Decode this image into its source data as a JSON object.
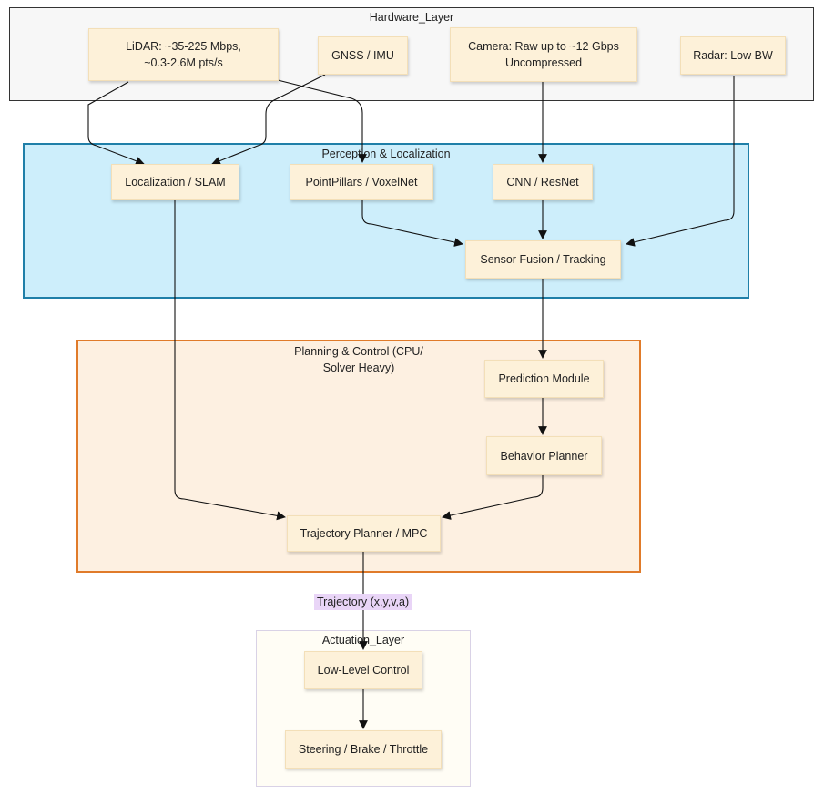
{
  "clusters": {
    "hardware": "Hardware_Layer",
    "perception": "Perception & Localization",
    "planning": "Planning & Control (CPU/\nSolver Heavy)",
    "actuation": "Actuation_Layer"
  },
  "nodes": {
    "lidar": "LiDAR: ~35-225 Mbps,\n~0.3-2.6M pts/s",
    "gnss": "GNSS / IMU",
    "camera": "Camera: Raw up to ~12 Gbps\nUncompressed",
    "radar": "Radar: Low BW",
    "slam": "Localization / SLAM",
    "pointpillars": "PointPillars / VoxelNet",
    "cnn": "CNN / ResNet",
    "fusion": "Sensor Fusion / Tracking",
    "prediction": "Prediction Module",
    "behavior": "Behavior Planner",
    "trajectory": "Trajectory Planner / MPC",
    "lowlevel": "Low-Level Control",
    "actuators": "Steering / Brake / Throttle"
  },
  "edge_labels": {
    "trajectory_output": "Trajectory (x,y,v,a)"
  },
  "colors": {
    "node_fill": "#fdf1d9",
    "hardware_border": "#333333",
    "hardware_fill": "#f7f7f7",
    "perception_border": "#1f7fa8",
    "perception_fill": "#cdeefb",
    "planning_border": "#e07b2a",
    "planning_fill": "#fdf0e1",
    "actuation_border": "#d9d2e6",
    "actuation_fill": "#fffdf5",
    "edge_label_fill": "#e9d5f7"
  }
}
